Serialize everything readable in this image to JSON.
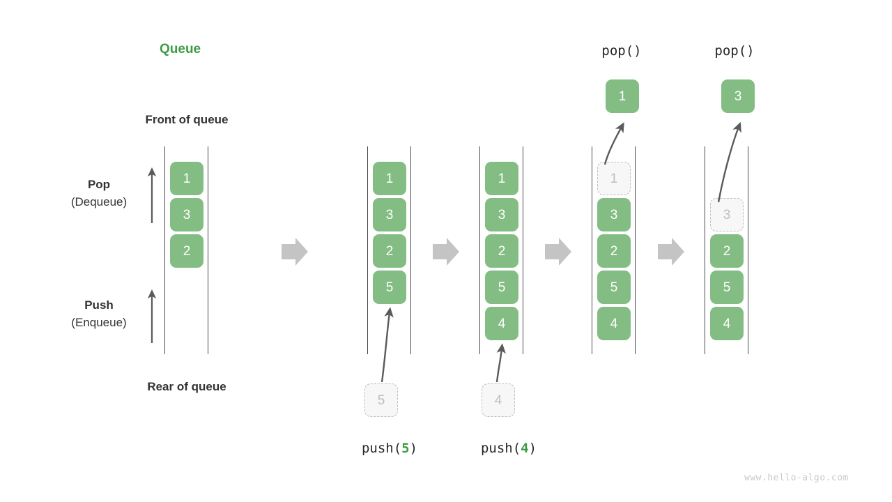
{
  "diagram": {
    "title": "Queue",
    "title_color": "#3d9c43",
    "accent_color": "#83bd83",
    "ghost_color": "#bdbdbd",
    "arrow_color": "#5a5a5a",
    "flow_arrow_color": "#c4c4c4",
    "watermark": "www.hello-algo.com"
  },
  "labels": {
    "front_of_queue": "Front of queue",
    "rear_of_queue": "Rear of queue",
    "pop_title": "Pop",
    "pop_sub": "(Dequeue)",
    "push_title": "Push",
    "push_sub": "(Enqueue)"
  },
  "operations": {
    "push5": {
      "prefix": "push(",
      "arg": "5",
      "suffix": ")"
    },
    "push4": {
      "prefix": "push(",
      "arg": "4",
      "suffix": ")"
    },
    "pop1": "pop()",
    "pop2": "pop()"
  },
  "states": [
    {
      "name": "initial",
      "cells": [
        "1",
        "3",
        "2"
      ],
      "ghost_index": -1,
      "ghost_value": "",
      "pending_value": "",
      "popped_value": ""
    },
    {
      "name": "after-push-5",
      "cells": [
        "1",
        "3",
        "2",
        "5"
      ],
      "ghost_index": -1,
      "ghost_value": "",
      "pending_value": "5",
      "popped_value": ""
    },
    {
      "name": "after-push-4",
      "cells": [
        "1",
        "3",
        "2",
        "5",
        "4"
      ],
      "ghost_index": -1,
      "ghost_value": "",
      "pending_value": "4",
      "popped_value": ""
    },
    {
      "name": "after-pop-1",
      "cells": [
        "",
        "3",
        "2",
        "5",
        "4"
      ],
      "ghost_index": 0,
      "ghost_value": "1",
      "pending_value": "",
      "popped_value": "1"
    },
    {
      "name": "after-pop-3",
      "cells": [
        "",
        "",
        "2",
        "5",
        "4"
      ],
      "ghost_index": 1,
      "ghost_value": "3",
      "pending_value": "",
      "popped_value": "3"
    }
  ],
  "flow_arrows": [
    "flow-arrow-1",
    "flow-arrow-2",
    "flow-arrow-3",
    "flow-arrow-4"
  ]
}
